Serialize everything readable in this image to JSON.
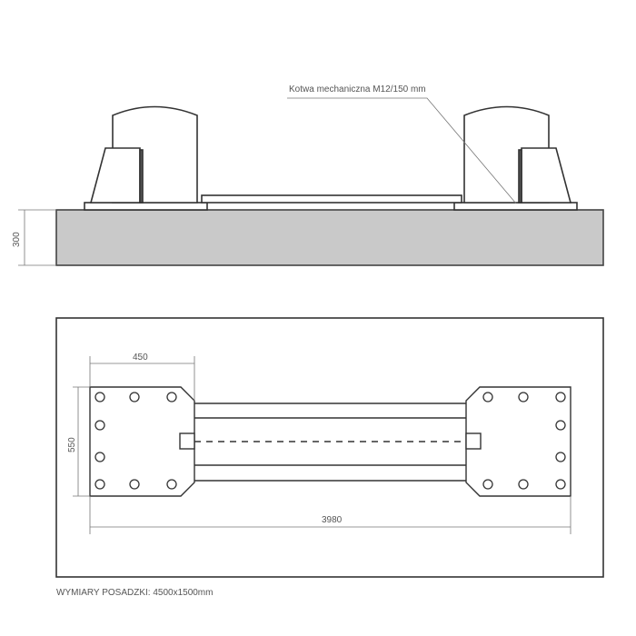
{
  "side_view": {
    "anchor_label": "Kotwa mechaniczna M12/150 mm",
    "slab_height_label": "300",
    "slab_color": "#c9c9c9"
  },
  "plan_view": {
    "plate_width_label": "450",
    "plate_depth_label": "550",
    "overall_length_label": "3980"
  },
  "footer": {
    "floor_dimensions": "WYMIARY POSADZKI: 4500x1500mm"
  }
}
